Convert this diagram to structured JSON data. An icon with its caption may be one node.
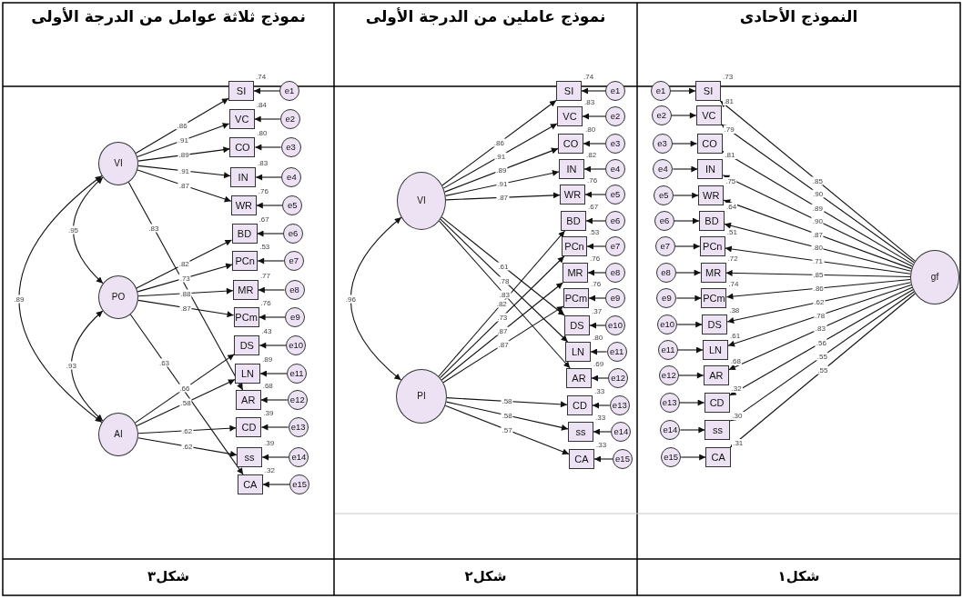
{
  "diagram": {
    "nodes": [
      {
        "text": [
          "gf"
        ]
      },
      {
        "text": [
          "SI"
        ],
        "beside": [
          ".73"
        ]
      },
      {
        "text": [
          "VC"
        ],
        "beside": [
          ".81"
        ]
      },
      {
        "text": [
          "CO"
        ],
        "beside": [
          ".79"
        ]
      },
      {
        "text": [
          "IN"
        ],
        "beside": [
          ".81"
        ]
      },
      {
        "text": [
          "WR"
        ],
        "beside": [
          ".75"
        ]
      },
      {
        "text": [
          "BD"
        ],
        "beside": [
          ".64"
        ]
      },
      {
        "text": [
          "PCn"
        ],
        "beside": [
          ".51"
        ]
      },
      {
        "text": [
          "MR"
        ],
        "beside": [
          ".72"
        ]
      },
      {
        "text": [
          "PCm"
        ],
        "beside": [
          ".74"
        ]
      },
      {
        "text": [
          "DS"
        ],
        "beside": [
          ".38"
        ]
      },
      {
        "text": [
          "LN"
        ],
        "beside": [
          ".61"
        ]
      },
      {
        "text": [
          "AR"
        ],
        "beside": [
          ".68"
        ]
      },
      {
        "text": [
          "CD"
        ],
        "beside": [
          ".32"
        ]
      },
      {
        "text": [
          "ss"
        ],
        "beside": [
          ".30"
        ]
      },
      {
        "text": [
          "CA"
        ],
        "beside": [
          ".31"
        ]
      },
      {
        "text": [
          "e1"
        ]
      },
      {
        "text": [
          "e2"
        ]
      },
      {
        "text": [
          "e3"
        ]
      },
      {
        "text": [
          "e4"
        ]
      },
      {
        "text": [
          "e5"
        ]
      },
      {
        "text": [
          "e6"
        ]
      },
      {
        "text": [
          "e7"
        ]
      },
      {
        "text": [
          "e8"
        ]
      },
      {
        "text": [
          "e9"
        ]
      },
      {
        "text": [
          "e10"
        ]
      },
      {
        "text": [
          "e11"
        ]
      },
      {
        "text": [
          "e12"
        ]
      },
      {
        "text": [
          "e13"
        ]
      },
      {
        "text": [
          "e14"
        ]
      },
      {
        "text": [
          "e15"
        ]
      },
      {
        "text": [
          "VI"
        ]
      },
      {
        "text": [
          "PI"
        ]
      },
      {
        "text": [
          "SI"
        ],
        "beside": [
          ".74"
        ]
      },
      {
        "text": [
          "VC"
        ],
        "beside": [
          ".83"
        ]
      },
      {
        "text": [
          "CO"
        ],
        "beside": [
          ".80"
        ]
      },
      {
        "text": [
          "IN"
        ],
        "beside": [
          ".82"
        ]
      },
      {
        "text": [
          "WR"
        ],
        "beside": [
          ".76"
        ]
      },
      {
        "text": [
          "BD"
        ],
        "beside": [
          ".67"
        ]
      },
      {
        "text": [
          "PCn"
        ],
        "beside": [
          ".53"
        ]
      },
      {
        "text": [
          "MR"
        ],
        "beside": [
          ".76"
        ]
      },
      {
        "text": [
          "PCm"
        ],
        "beside": [
          ".76"
        ]
      },
      {
        "text": [
          "DS"
        ],
        "beside": [
          ".37"
        ]
      },
      {
        "text": [
          "LN"
        ],
        "beside": [
          ".80"
        ]
      },
      {
        "text": [
          "AR"
        ],
        "beside": [
          ".69"
        ]
      },
      {
        "text": [
          "CD"
        ],
        "beside": [
          ".33"
        ]
      },
      {
        "text": [
          "ss"
        ],
        "beside": [
          ".33"
        ]
      },
      {
        "text": [
          "CA"
        ],
        "beside": [
          ".33"
        ]
      },
      {
        "text": [
          "e1"
        ]
      },
      {
        "text": [
          "e2"
        ]
      },
      {
        "text": [
          "e3"
        ]
      },
      {
        "text": [
          "e4"
        ]
      },
      {
        "text": [
          "e5"
        ]
      },
      {
        "text": [
          "e6"
        ]
      },
      {
        "text": [
          "e7"
        ]
      },
      {
        "text": [
          "e8"
        ]
      },
      {
        "text": [
          "e9"
        ]
      },
      {
        "text": [
          "e10"
        ]
      },
      {
        "text": [
          "e11"
        ]
      },
      {
        "text": [
          "e12"
        ]
      },
      {
        "text": [
          "e13"
        ]
      },
      {
        "text": [
          "e14"
        ]
      },
      {
        "text": [
          "e15"
        ]
      },
      {
        "text": [
          "VI"
        ]
      },
      {
        "text": [
          "PO"
        ]
      },
      {
        "text": [
          "AI"
        ]
      },
      {
        "text": [
          "SI"
        ],
        "beside": [
          ".74"
        ]
      },
      {
        "text": [
          "VC"
        ],
        "beside": [
          ".84"
        ]
      },
      {
        "text": [
          "CO"
        ],
        "beside": [
          ".80"
        ]
      },
      {
        "text": [
          "IN"
        ],
        "beside": [
          ".83"
        ]
      },
      {
        "text": [
          "WR"
        ],
        "beside": [
          ".76"
        ]
      },
      {
        "text": [
          "BD"
        ],
        "beside": [
          ".67"
        ]
      },
      {
        "text": [
          "PCn"
        ],
        "beside": [
          ".53"
        ]
      },
      {
        "text": [
          "MR"
        ],
        "beside": [
          ".77"
        ]
      },
      {
        "text": [
          "PCm"
        ],
        "beside": [
          ".76"
        ]
      },
      {
        "text": [
          "DS"
        ],
        "beside": [
          ".43"
        ]
      },
      {
        "text": [
          "LN"
        ],
        "beside": [
          ".89"
        ]
      },
      {
        "text": [
          "AR"
        ],
        "beside": [
          ".68"
        ]
      },
      {
        "text": [
          "CD"
        ],
        "beside": [
          ".39"
        ]
      },
      {
        "text": [
          "ss"
        ],
        "beside": [
          ".39"
        ]
      },
      {
        "text": [
          "CA"
        ],
        "beside": [
          ".32"
        ]
      },
      {
        "text": [
          "e1"
        ]
      },
      {
        "text": [
          "e2"
        ]
      },
      {
        "text": [
          "e3"
        ]
      },
      {
        "text": [
          "e4"
        ]
      },
      {
        "text": [
          "e5"
        ]
      },
      {
        "text": [
          "e6"
        ]
      },
      {
        "text": [
          "e7"
        ]
      },
      {
        "text": [
          "e8"
        ]
      },
      {
        "text": [
          "e9"
        ]
      },
      {
        "text": [
          "e10"
        ]
      },
      {
        "text": [
          "e11"
        ]
      },
      {
        "text": [
          "e12"
        ]
      },
      {
        "text": [
          "e13"
        ]
      },
      {
        "text": [
          "e14"
        ]
      },
      {
        "text": [
          "e15"
        ]
      }
    ],
    "edges": [
      {
        "from": 0,
        "to": 1,
        "arrow": "to",
        "label": ".85"
      },
      {
        "from": 0,
        "to": 2,
        "arrow": "to",
        "label": ".90"
      },
      {
        "from": 0,
        "to": 3,
        "arrow": "to",
        "label": ".89"
      },
      {
        "from": 0,
        "to": 4,
        "arrow": "to",
        "label": ".90"
      },
      {
        "from": 0,
        "to": 5,
        "arrow": "to",
        "label": ".87"
      },
      {
        "from": 0,
        "to": 6,
        "arrow": "to",
        "label": ".80"
      },
      {
        "from": 0,
        "to": 7,
        "arrow": "to",
        "label": ".71"
      },
      {
        "from": 0,
        "to": 8,
        "arrow": "to",
        "label": ".85"
      },
      {
        "from": 0,
        "to": 9,
        "arrow": "to",
        "label": ".86"
      },
      {
        "from": 0,
        "to": 10,
        "arrow": "to",
        "label": ".62"
      },
      {
        "from": 0,
        "to": 11,
        "arrow": "to",
        "label": ".78"
      },
      {
        "from": 0,
        "to": 12,
        "arrow": "to",
        "label": ".83"
      },
      {
        "from": 0,
        "to": 13,
        "arrow": "to",
        "label": ".56"
      },
      {
        "from": 0,
        "to": 14,
        "arrow": "to",
        "label": ".55"
      },
      {
        "from": 0,
        "to": 15,
        "arrow": "to",
        "label": ".55"
      },
      {
        "from": 16,
        "to": 1,
        "arrow": "to"
      },
      {
        "from": 17,
        "to": 2,
        "arrow": "to"
      },
      {
        "from": 18,
        "to": 3,
        "arrow": "to"
      },
      {
        "from": 19,
        "to": 4,
        "arrow": "to"
      },
      {
        "from": 20,
        "to": 5,
        "arrow": "to"
      },
      {
        "from": 21,
        "to": 6,
        "arrow": "to"
      },
      {
        "from": 22,
        "to": 7,
        "arrow": "to"
      },
      {
        "from": 23,
        "to": 8,
        "arrow": "to"
      },
      {
        "from": 24,
        "to": 9,
        "arrow": "to"
      },
      {
        "from": 25,
        "to": 10,
        "arrow": "to"
      },
      {
        "from": 26,
        "to": 11,
        "arrow": "to"
      },
      {
        "from": 27,
        "to": 12,
        "arrow": "to"
      },
      {
        "from": 28,
        "to": 13,
        "arrow": "to"
      },
      {
        "from": 29,
        "to": 14,
        "arrow": "to"
      },
      {
        "from": 30,
        "to": 15,
        "arrow": "to"
      },
      {
        "from": 31,
        "to": 33,
        "arrow": "to",
        "label": ".86"
      },
      {
        "from": 31,
        "to": 34,
        "arrow": "to",
        "label": ".91"
      },
      {
        "from": 31,
        "to": 35,
        "arrow": "to",
        "label": ".89"
      },
      {
        "from": 31,
        "to": 36,
        "arrow": "to",
        "label": ".91"
      },
      {
        "from": 31,
        "to": 37,
        "arrow": "to",
        "label": ".87"
      },
      {
        "from": 31,
        "to": 42,
        "arrow": "to",
        "label": ".61"
      },
      {
        "from": 31,
        "to": 43,
        "arrow": "to",
        "label": ".78"
      },
      {
        "from": 31,
        "to": 44,
        "arrow": "to",
        "label": ".83"
      },
      {
        "from": 32,
        "to": 38,
        "arrow": "to",
        "label": ".82"
      },
      {
        "from": 32,
        "to": 39,
        "arrow": "to",
        "label": ".73"
      },
      {
        "from": 32,
        "to": 40,
        "arrow": "to",
        "label": ".87"
      },
      {
        "from": 32,
        "to": 41,
        "arrow": "to",
        "label": ".87"
      },
      {
        "from": 32,
        "to": 45,
        "arrow": "to",
        "label": ".58"
      },
      {
        "from": 32,
        "to": 46,
        "arrow": "to",
        "label": ".58"
      },
      {
        "from": 32,
        "to": 47,
        "arrow": "to",
        "label": ".57"
      },
      {
        "from": 48,
        "to": 33,
        "arrow": "to"
      },
      {
        "from": 49,
        "to": 34,
        "arrow": "to"
      },
      {
        "from": 50,
        "to": 35,
        "arrow": "to"
      },
      {
        "from": 51,
        "to": 36,
        "arrow": "to"
      },
      {
        "from": 52,
        "to": 37,
        "arrow": "to"
      },
      {
        "from": 53,
        "to": 38,
        "arrow": "to"
      },
      {
        "from": 54,
        "to": 39,
        "arrow": "to"
      },
      {
        "from": 55,
        "to": 40,
        "arrow": "to"
      },
      {
        "from": 56,
        "to": 41,
        "arrow": "to"
      },
      {
        "from": 57,
        "to": 42,
        "arrow": "to"
      },
      {
        "from": 58,
        "to": 43,
        "arrow": "to"
      },
      {
        "from": 59,
        "to": 44,
        "arrow": "to"
      },
      {
        "from": 60,
        "to": 45,
        "arrow": "to"
      },
      {
        "from": 61,
        "to": 46,
        "arrow": "to"
      },
      {
        "from": 62,
        "to": 47,
        "arrow": "to"
      },
      {
        "from": 31,
        "to": 32,
        "arrow": "both",
        "label": ".96"
      },
      {
        "from": 63,
        "to": 66,
        "arrow": "to",
        "label": ".86"
      },
      {
        "from": 63,
        "to": 67,
        "arrow": "to",
        "label": ".91"
      },
      {
        "from": 63,
        "to": 68,
        "arrow": "to",
        "label": ".89"
      },
      {
        "from": 63,
        "to": 69,
        "arrow": "to",
        "label": ".91"
      },
      {
        "from": 63,
        "to": 70,
        "arrow": "to",
        "label": ".87"
      },
      {
        "from": 63,
        "to": 77,
        "arrow": "to",
        "label": ".83"
      },
      {
        "from": 64,
        "to": 71,
        "arrow": "to",
        "label": ".82"
      },
      {
        "from": 64,
        "to": 72,
        "arrow": "to",
        "label": ".73"
      },
      {
        "from": 64,
        "to": 73,
        "arrow": "to",
        "label": ".88"
      },
      {
        "from": 64,
        "to": 74,
        "arrow": "to",
        "label": ".87"
      },
      {
        "from": 64,
        "to": 80,
        "arrow": "to",
        "label": ".63"
      },
      {
        "from": 65,
        "to": 75,
        "arrow": "to",
        "label": ".66"
      },
      {
        "from": 65,
        "to": 76,
        "arrow": "to",
        "label": ".58"
      },
      {
        "from": 65,
        "to": 78,
        "arrow": "to",
        "label": ".62"
      },
      {
        "from": 65,
        "to": 79,
        "arrow": "to",
        "label": ".62"
      },
      {
        "from": 81,
        "to": 66,
        "arrow": "to"
      },
      {
        "from": 82,
        "to": 67,
        "arrow": "to"
      },
      {
        "from": 83,
        "to": 68,
        "arrow": "to"
      },
      {
        "from": 84,
        "to": 69,
        "arrow": "to"
      },
      {
        "from": 85,
        "to": 70,
        "arrow": "to"
      },
      {
        "from": 86,
        "to": 71,
        "arrow": "to"
      },
      {
        "from": 87,
        "to": 72,
        "arrow": "to"
      },
      {
        "from": 88,
        "to": 73,
        "arrow": "to"
      },
      {
        "from": 89,
        "to": 74,
        "arrow": "to"
      },
      {
        "from": 90,
        "to": 75,
        "arrow": "to"
      },
      {
        "from": 91,
        "to": 76,
        "arrow": "to"
      },
      {
        "from": 92,
        "to": 77,
        "arrow": "to"
      },
      {
        "from": 93,
        "to": 78,
        "arrow": "to"
      },
      {
        "from": 94,
        "to": 79,
        "arrow": "to"
      },
      {
        "from": 95,
        "to": 80,
        "arrow": "to"
      },
      {
        "from": 63,
        "to": 64,
        "arrow": "both",
        "label": ".95"
      },
      {
        "from": 64,
        "to": 65,
        "arrow": "both",
        "label": ".93"
      },
      {
        "from": 63,
        "to": 65,
        "arrow": "both",
        "label": ".89"
      }
    ],
    "labels": [
      "النموذج الأحادى",
      "نموذج عاملين من الدرجة الأولى",
      "نموذج ثلاثة عوامل من الدرجة الأولى",
      "شكل١",
      "شكل٢",
      "شكل٣"
    ]
  }
}
